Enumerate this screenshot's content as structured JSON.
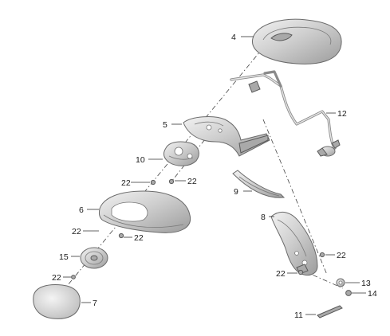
{
  "diagram": {
    "labels": [
      {
        "id": "4",
        "text": "4"
      },
      {
        "id": "12",
        "text": "12"
      },
      {
        "id": "5",
        "text": "5"
      },
      {
        "id": "10",
        "text": "10"
      },
      {
        "id": "22a",
        "text": "22"
      },
      {
        "id": "22b",
        "text": "22"
      },
      {
        "id": "9",
        "text": "9"
      },
      {
        "id": "6",
        "text": "6"
      },
      {
        "id": "8",
        "text": "8"
      },
      {
        "id": "22c",
        "text": "22"
      },
      {
        "id": "22d",
        "text": "22"
      },
      {
        "id": "15",
        "text": "15"
      },
      {
        "id": "22e",
        "text": "22"
      },
      {
        "id": "22f",
        "text": "22"
      },
      {
        "id": "22g",
        "text": "22"
      },
      {
        "id": "13",
        "text": "13"
      },
      {
        "id": "7",
        "text": "7"
      },
      {
        "id": "14",
        "text": "14"
      },
      {
        "id": "11",
        "text": "11"
      }
    ]
  }
}
